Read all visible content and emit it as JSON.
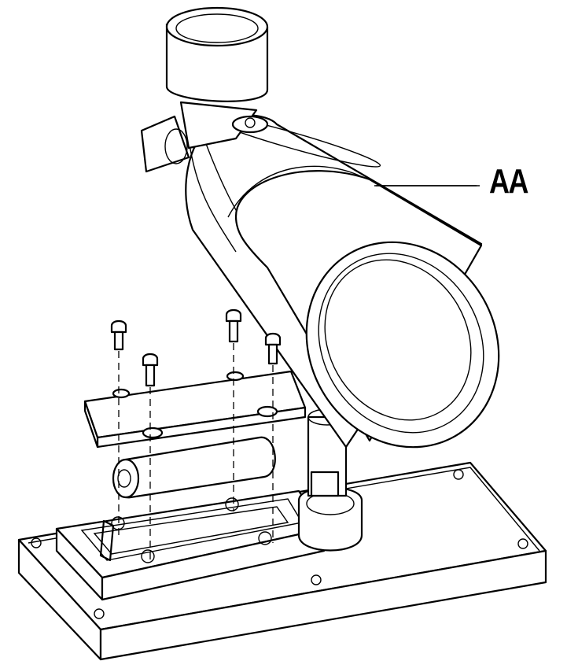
{
  "callout": {
    "label": "AA"
  },
  "icons": [
    "flashlight-tube",
    "battery-cell",
    "screw",
    "base-plate",
    "battery-cover"
  ]
}
